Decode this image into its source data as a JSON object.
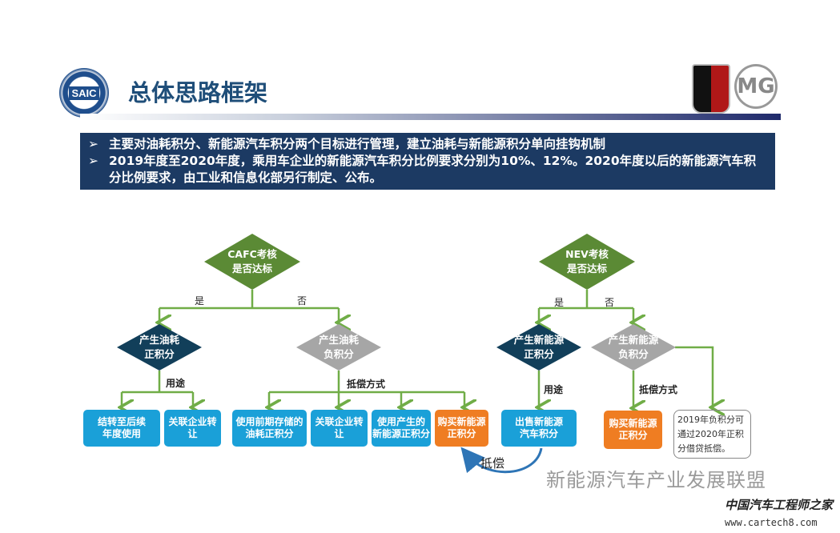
{
  "header": {
    "logo_left": "SAIC",
    "title": "总体思路框架",
    "logo_right": "MG"
  },
  "banner": {
    "bullets": [
      "主要对油耗积分、新能源汽车积分两个目标进行管理，建立油耗与新能源积分单向挂钩机制",
      "2019年度至2020年度，乘用车企业的新能源汽车积分比例要求分别为10%、12%。2020年度以后的新能源汽车积分比例要求，由工业和信息化部另行制定、公布。"
    ],
    "marker": "➢"
  },
  "cafc": {
    "decision": [
      "CAFC考核",
      "是否达标"
    ],
    "yes": "是",
    "no": "否",
    "pos": [
      "产生油耗",
      "正积分"
    ],
    "neg": [
      "产生油耗",
      "负积分"
    ],
    "use_label": "用途",
    "offset_label": "抵偿方式",
    "pos_uses": [
      [
        "结转至后续",
        "年度使用"
      ],
      [
        "关联企业转让",
        ""
      ]
    ],
    "neg_offsets": [
      [
        "使用前期存储的",
        "油耗正积分"
      ],
      [
        "关联企业转让",
        ""
      ],
      [
        "使用产生的",
        "新能源正积分"
      ],
      [
        "购买新能源",
        "正积分"
      ]
    ]
  },
  "nev": {
    "decision": [
      "NEV考核",
      "是否达标"
    ],
    "yes": "是",
    "no": "否",
    "pos": [
      "产生新能源",
      "正积分"
    ],
    "neg": [
      "产生新能源",
      "负积分"
    ],
    "use_label": "用途",
    "offset_label": "抵偿方式",
    "pos_use": [
      "出售新能源",
      "汽车积分"
    ],
    "neg_offset": [
      "购买新能源",
      "正积分"
    ],
    "note": "2019年负积分可通过2020年正积分借贷抵偿。"
  },
  "link_label": "抵偿",
  "watermark": "新能源汽车产业发展联盟",
  "site": {
    "name": "中国汽车工程师之家",
    "url": "www.cartech8.com"
  }
}
